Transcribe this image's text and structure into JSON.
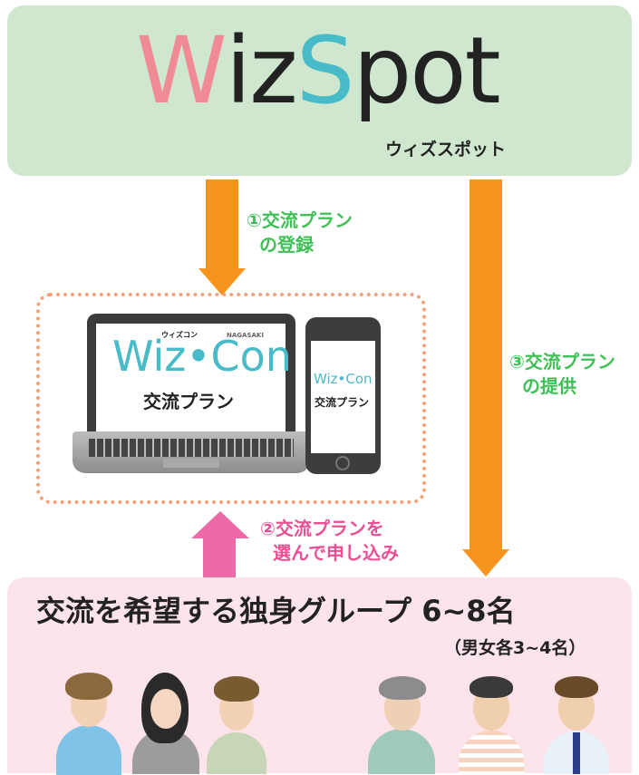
{
  "logo": {
    "letters": [
      {
        "char": "W",
        "color": "#f08a94"
      },
      {
        "char": "i",
        "color": "#222222"
      },
      {
        "char": "z",
        "color": "#222222"
      },
      {
        "char": "S",
        "color": "#47bcc8"
      },
      {
        "char": "p",
        "color": "#222222"
      },
      {
        "char": "o",
        "color": "#222222"
      },
      {
        "char": "t",
        "color": "#222222"
      }
    ],
    "subtitle": "ウィズスポット"
  },
  "steps": {
    "step1_line1": "①交流プラン",
    "step1_line2": "の登録",
    "step2_line1": "②交流プランを",
    "step2_line2": "選んで申し込み",
    "step3_line1": "③交流プラン",
    "step3_line2": "の提供"
  },
  "devices": {
    "laptop_logo": "Wiz•Con",
    "laptop_logo_small": "ウィズコン",
    "laptop_logo_region": "NAGASAKI",
    "laptop_caption": "交流プラン",
    "phone_logo": "Wiz•Con",
    "phone_caption": "交流プラン"
  },
  "group": {
    "title": "交流を希望する独身グループ 6~8名",
    "subtitle": "（男女各3~4名）"
  },
  "colors": {
    "top_box": "#cfe7cf",
    "bottom_box": "#fde4ea",
    "orange_arrow": "#f7941d",
    "pink_arrow": "#ee6aa7",
    "green_text": "#3fbf56",
    "pink_text": "#ea4f95"
  }
}
